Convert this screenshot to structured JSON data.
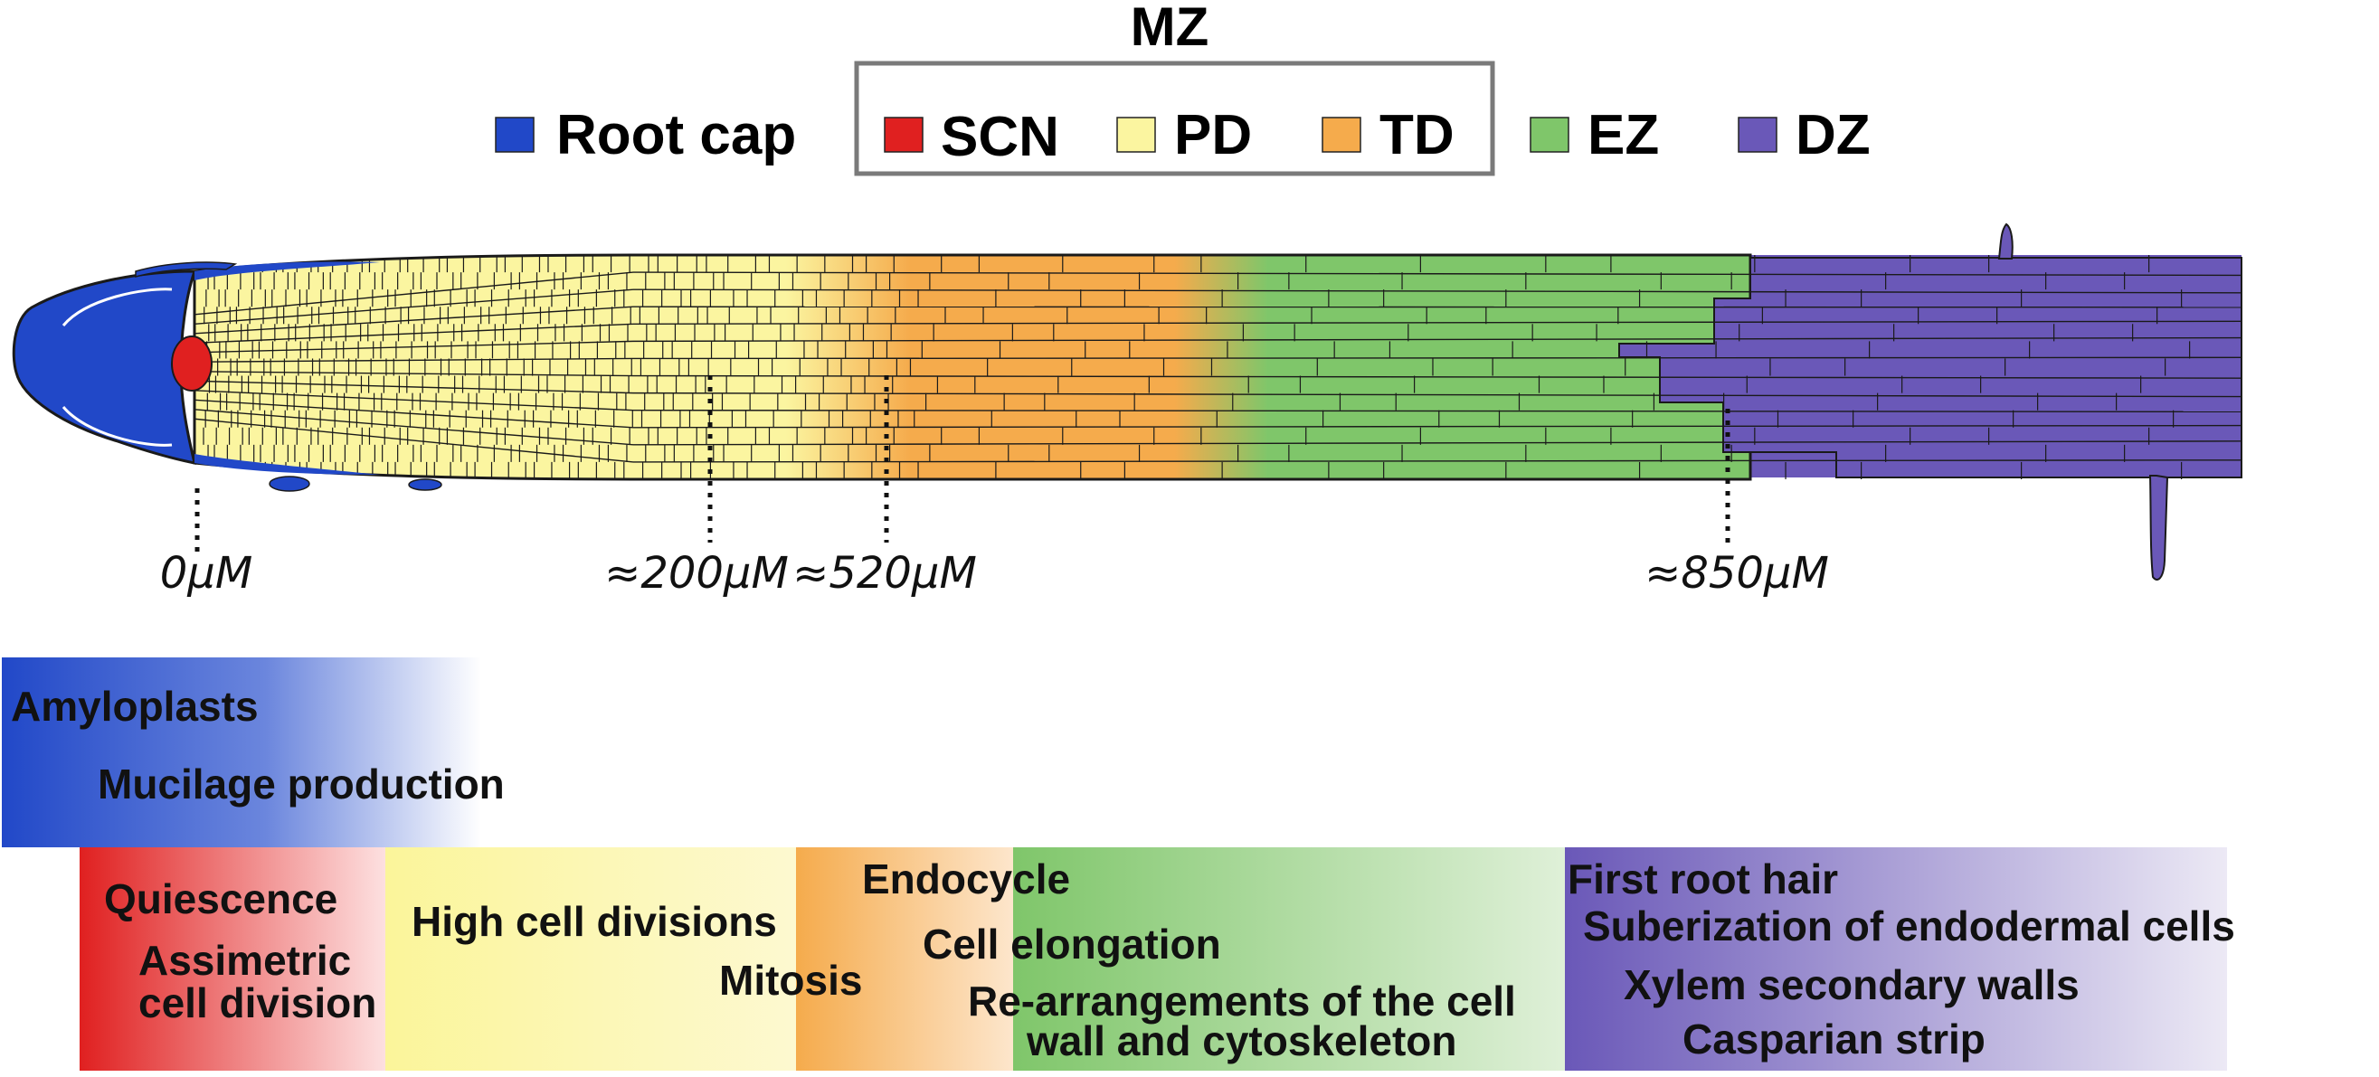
{
  "legend": {
    "mz_title": "MZ",
    "items": [
      {
        "key": "root_cap",
        "label": "Root cap",
        "color": "#2148c8"
      },
      {
        "key": "scn",
        "label": "SCN",
        "color": "#e02020"
      },
      {
        "key": "pd",
        "label": "PD",
        "color": "#fbf5a0"
      },
      {
        "key": "td",
        "label": "TD",
        "color": "#f5ab4c"
      },
      {
        "key": "ez",
        "label": "EZ",
        "color": "#7fc66a"
      },
      {
        "key": "dz",
        "label": "DZ",
        "color": "#6a58b8"
      }
    ]
  },
  "positions": [
    "0μM",
    "≈200μM",
    "≈520μM",
    "≈850μM"
  ],
  "features": {
    "root_cap": [
      "Amyloplasts",
      "Mucilage production"
    ],
    "scn": [
      "Quiescence",
      "Assimetric",
      "cell division"
    ],
    "pd": [
      "High cell divisions"
    ],
    "td": [
      "Mitosis"
    ],
    "ez": [
      "Endocycle",
      "Cell elongation",
      "Re-arrangements of the cell",
      "wall and cytoskeleton"
    ],
    "dz": [
      "First root hair",
      "Suberization of endodermal cells",
      "Xylem secondary walls",
      "Casparian strip"
    ]
  },
  "colors": {
    "cell_line": "#1a1a1a",
    "mz_box": "#7a7a7a"
  }
}
